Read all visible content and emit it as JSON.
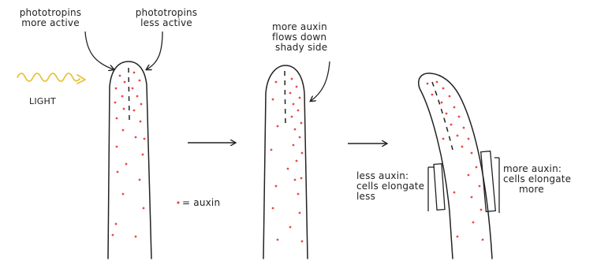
{
  "labels": {
    "phototropins_more_active": [
      "phototropins",
      "more active"
    ],
    "phototropins_less_active": [
      "phototropins",
      "less active"
    ],
    "light": "LIGHT",
    "more_auxin_flows": [
      "more auxin",
      "flows down",
      "shady side"
    ],
    "auxin_legend": "= auxin",
    "less_auxin": [
      "less auxin:",
      "cells elongate",
      "less"
    ],
    "more_auxin_cells": [
      "more auxin:",
      "cells elongate",
      "more"
    ]
  },
  "colors": {
    "ink": "#222222",
    "auxin": "#e64a4a",
    "light": "#e8c33a"
  }
}
